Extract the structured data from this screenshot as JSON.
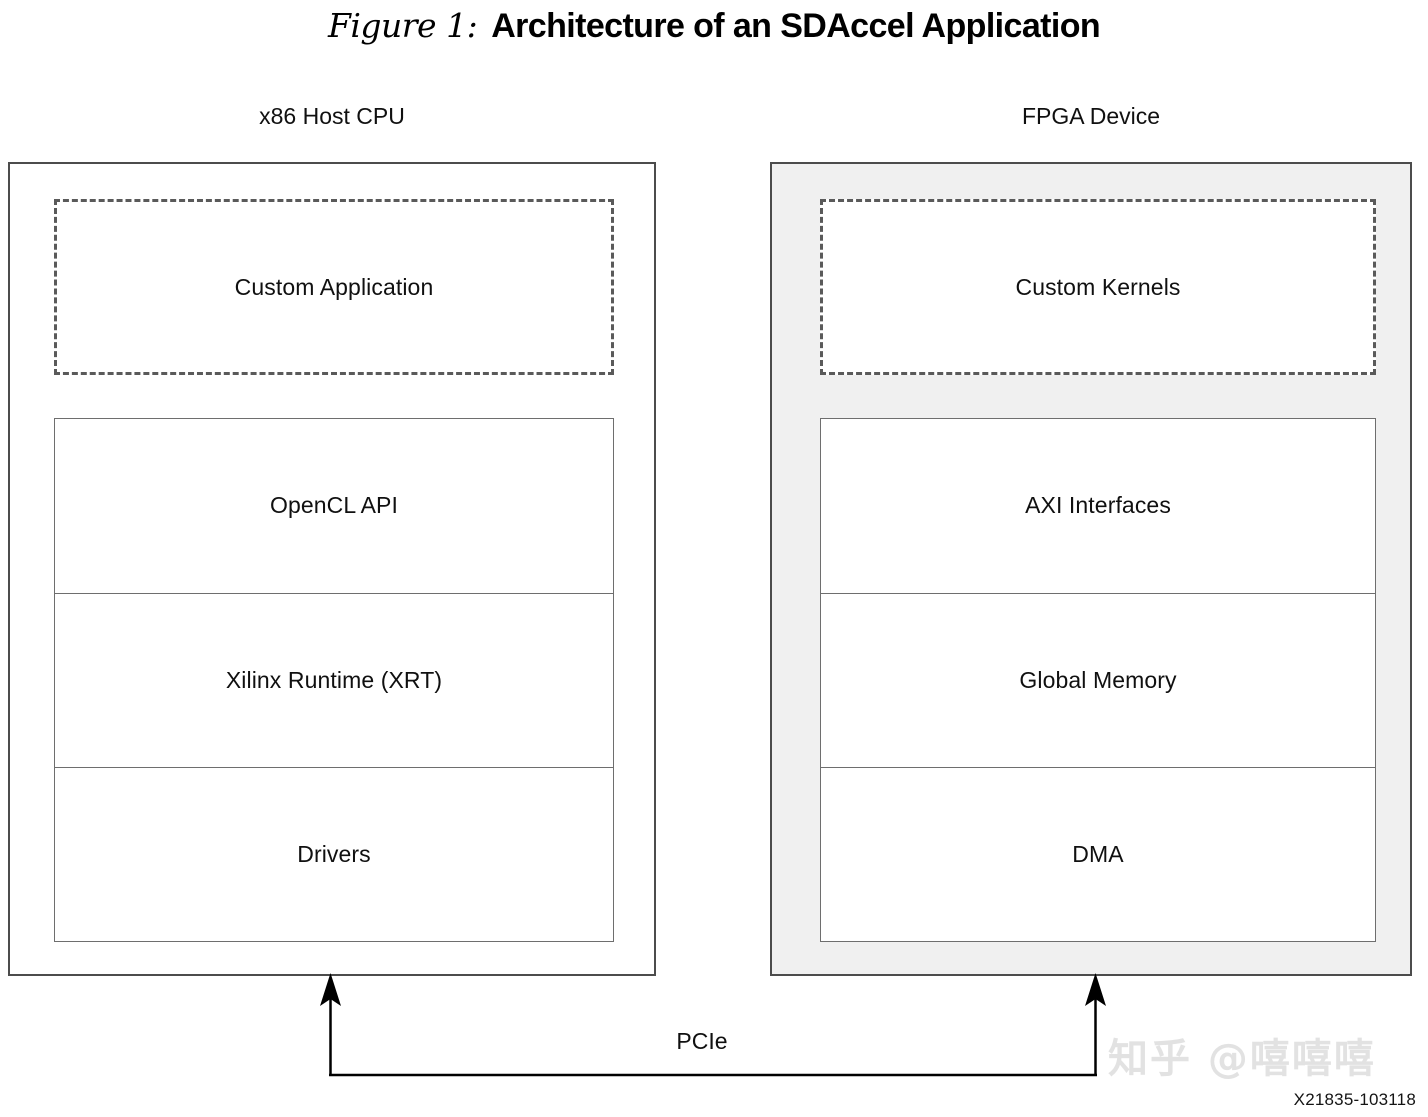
{
  "figure": {
    "label": "Figure 1:",
    "caption": "Architecture of an SDAccel Application",
    "document_id": "X21835-103118"
  },
  "columns": {
    "host": {
      "header": "x86 Host CPU",
      "dashed_box": "Custom Application",
      "stack": [
        "OpenCL API",
        "Xilinx Runtime (XRT)",
        "Drivers"
      ]
    },
    "device": {
      "header": "FPGA Device",
      "dashed_box": "Custom Kernels",
      "stack": [
        "AXI Interfaces",
        "Global Memory",
        "DMA"
      ]
    }
  },
  "connector": {
    "label": "PCIe",
    "arrow_direction": "both-up"
  },
  "watermark": {
    "text": "知乎 @嘻嘻嘻"
  },
  "colors": {
    "panel_border": "#4c4c4c",
    "device_panel_fill": "#f0f0f0",
    "inner_box_border": "#6e6e6e",
    "dashed_border": "#5a5a5a",
    "watermark": "#e2e2e2"
  }
}
